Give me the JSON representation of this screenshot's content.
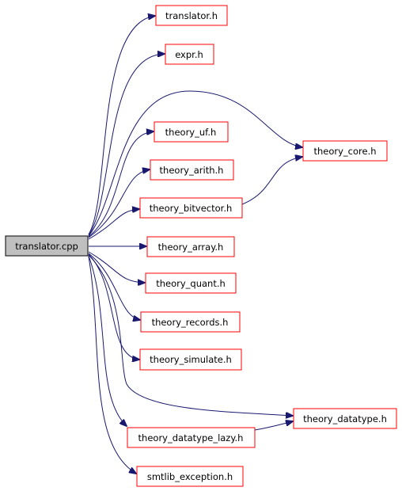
{
  "diagram": {
    "root": {
      "id": "root",
      "label": "translator.cpp"
    },
    "nodes": [
      {
        "id": "translator_h",
        "label": "translator.h"
      },
      {
        "id": "expr_h",
        "label": "expr.h"
      },
      {
        "id": "theory_uf_h",
        "label": "theory_uf.h"
      },
      {
        "id": "theory_arith_h",
        "label": "theory_arith.h"
      },
      {
        "id": "theory_bitvector_h",
        "label": "theory_bitvector.h"
      },
      {
        "id": "theory_array_h",
        "label": "theory_array.h"
      },
      {
        "id": "theory_quant_h",
        "label": "theory_quant.h"
      },
      {
        "id": "theory_records_h",
        "label": "theory_records.h"
      },
      {
        "id": "theory_simulate_h",
        "label": "theory_simulate.h"
      },
      {
        "id": "theory_datatype_lazy_h",
        "label": "theory_datatype_lazy.h"
      },
      {
        "id": "smtlib_exception_h",
        "label": "smtlib_exception.h"
      },
      {
        "id": "theory_core_h",
        "label": "theory_core.h"
      },
      {
        "id": "theory_datatype_h",
        "label": "theory_datatype.h"
      }
    ],
    "edges": [
      {
        "from": "root",
        "to": "translator_h"
      },
      {
        "from": "root",
        "to": "expr_h"
      },
      {
        "from": "root",
        "to": "theory_core_h"
      },
      {
        "from": "root",
        "to": "theory_uf_h"
      },
      {
        "from": "root",
        "to": "theory_arith_h"
      },
      {
        "from": "root",
        "to": "theory_bitvector_h"
      },
      {
        "from": "root",
        "to": "theory_array_h"
      },
      {
        "from": "root",
        "to": "theory_quant_h"
      },
      {
        "from": "root",
        "to": "theory_records_h"
      },
      {
        "from": "root",
        "to": "theory_simulate_h"
      },
      {
        "from": "root",
        "to": "theory_datatype_h"
      },
      {
        "from": "root",
        "to": "theory_datatype_lazy_h"
      },
      {
        "from": "root",
        "to": "smtlib_exception_h"
      },
      {
        "from": "theory_bitvector_h",
        "to": "theory_core_h"
      },
      {
        "from": "theory_datatype_lazy_h",
        "to": "theory_datatype_h"
      }
    ],
    "colors": {
      "edge": "#191970",
      "node_border": "#ff0000",
      "root_fill": "#bfbfbf",
      "root_border": "#000000"
    }
  }
}
